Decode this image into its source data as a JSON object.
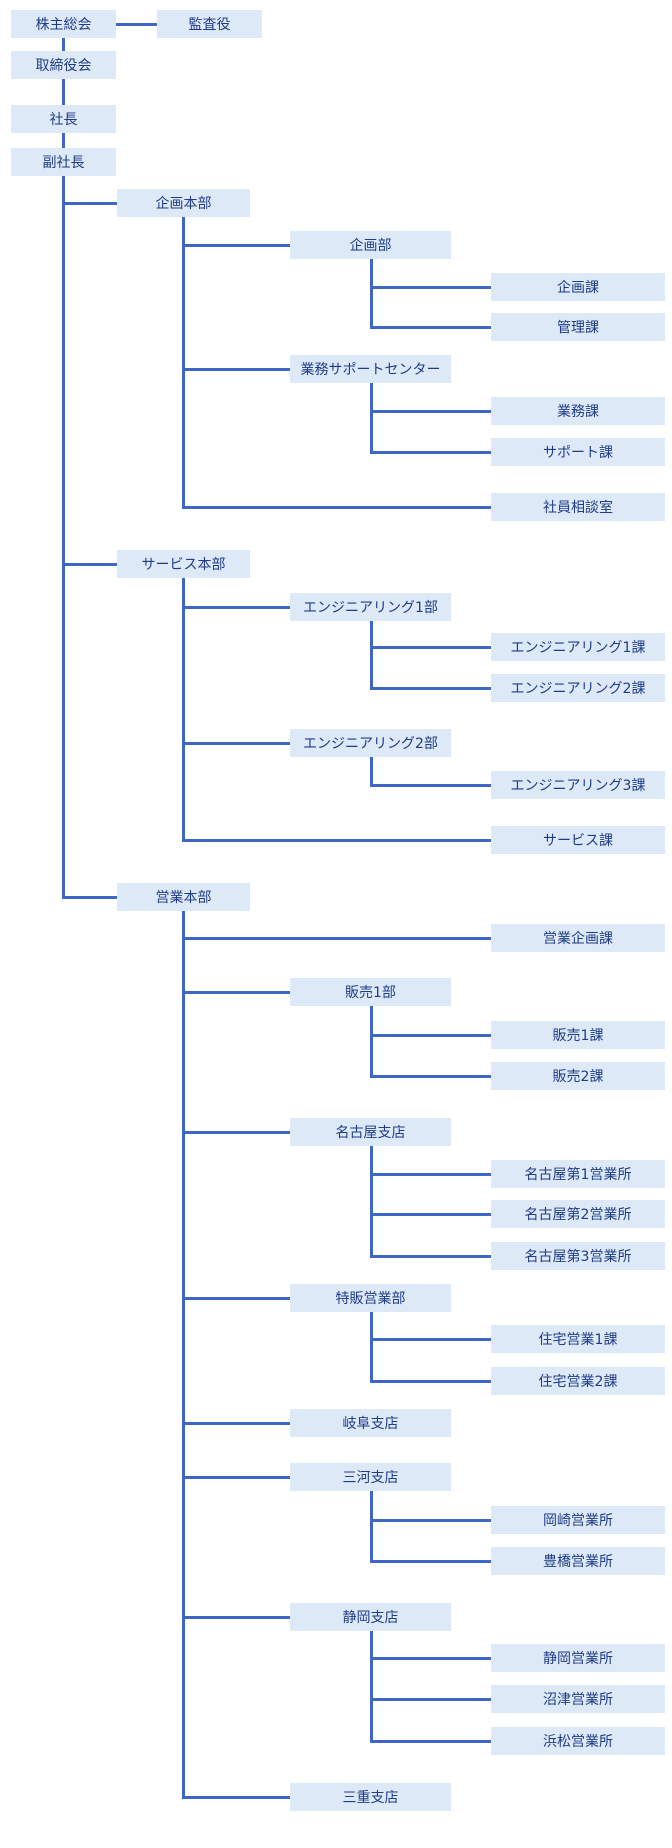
{
  "title": "組織図",
  "colors": {
    "box": "#dde9f6",
    "text": "#1f3c88",
    "line": "#3d67c2"
  },
  "nodes": [
    {
      "id": "n0",
      "label": "株主総会"
    },
    {
      "id": "n1",
      "label": "監査役"
    },
    {
      "id": "n2",
      "label": "取締役会"
    },
    {
      "id": "n3",
      "label": "社長"
    },
    {
      "id": "n4",
      "label": "副社長"
    },
    {
      "id": "n5",
      "label": "企画本部"
    },
    {
      "id": "n6",
      "label": "企画部"
    },
    {
      "id": "n7",
      "label": "企画課"
    },
    {
      "id": "n8",
      "label": "管理課"
    },
    {
      "id": "n9",
      "label": "業務サポートセンター"
    },
    {
      "id": "n10",
      "label": "業務課"
    },
    {
      "id": "n11",
      "label": "サポート課"
    },
    {
      "id": "n12",
      "label": "社員相談室"
    },
    {
      "id": "n13",
      "label": "サービス本部"
    },
    {
      "id": "n14",
      "label": "エンジニアリング1部"
    },
    {
      "id": "n15",
      "label": "エンジニアリング1課"
    },
    {
      "id": "n16",
      "label": "エンジニアリング2課"
    },
    {
      "id": "n17",
      "label": "エンジニアリング2部"
    },
    {
      "id": "n18",
      "label": "エンジニアリング3課"
    },
    {
      "id": "n19",
      "label": "サービス課"
    },
    {
      "id": "n20",
      "label": "営業本部"
    },
    {
      "id": "n21",
      "label": "営業企画課"
    },
    {
      "id": "n22",
      "label": "販売1部"
    },
    {
      "id": "n23",
      "label": "販売1課"
    },
    {
      "id": "n24",
      "label": "販売2課"
    },
    {
      "id": "n25",
      "label": "名古屋支店"
    },
    {
      "id": "n26",
      "label": "名古屋第1営業所"
    },
    {
      "id": "n27",
      "label": "名古屋第2営業所"
    },
    {
      "id": "n28",
      "label": "名古屋第3営業所"
    },
    {
      "id": "n29",
      "label": "特販営業部"
    },
    {
      "id": "n30",
      "label": "住宅営業1課"
    },
    {
      "id": "n31",
      "label": "住宅営業2課"
    },
    {
      "id": "n32",
      "label": "岐阜支店"
    },
    {
      "id": "n33",
      "label": "三河支店"
    },
    {
      "id": "n34",
      "label": "岡崎営業所"
    },
    {
      "id": "n35",
      "label": "豊橋営業所"
    },
    {
      "id": "n36",
      "label": "静岡支店"
    },
    {
      "id": "n37",
      "label": "静岡営業所"
    },
    {
      "id": "n38",
      "label": "沼津営業所"
    },
    {
      "id": "n39",
      "label": "浜松営業所"
    },
    {
      "id": "n40",
      "label": "三重支店"
    }
  ]
}
